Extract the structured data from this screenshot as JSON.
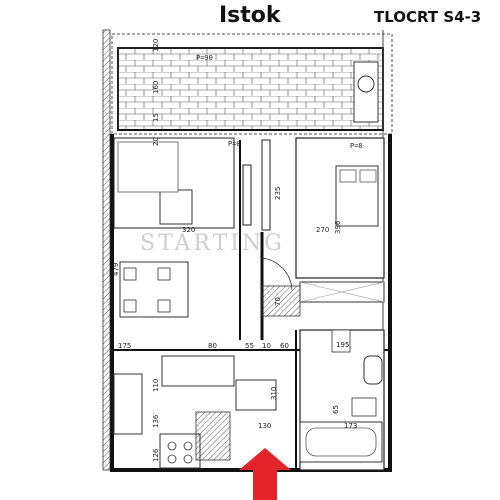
{
  "header": {
    "title": "Istok",
    "plan_code": "TLOCRT S4-3"
  },
  "watermark": "STARTING",
  "dimensions": {
    "d120": "120",
    "d160": "160",
    "d15": "15",
    "d20": "20",
    "d479": "479",
    "d175": "175",
    "d80": "80",
    "d55": "55",
    "d10": "10",
    "d60": "60",
    "d235": "235",
    "d70": "70",
    "d195": "195",
    "d396": "396",
    "d270": "270",
    "d320": "320",
    "d110": "110",
    "d310": "310",
    "d130": "130",
    "d173": "173",
    "d65": "65",
    "d136": "136",
    "d126": "126"
  },
  "room_tags": {
    "balcony": "P=90",
    "living": "P=0",
    "bedroom": "P=0"
  },
  "accent_color": "#e3242b"
}
